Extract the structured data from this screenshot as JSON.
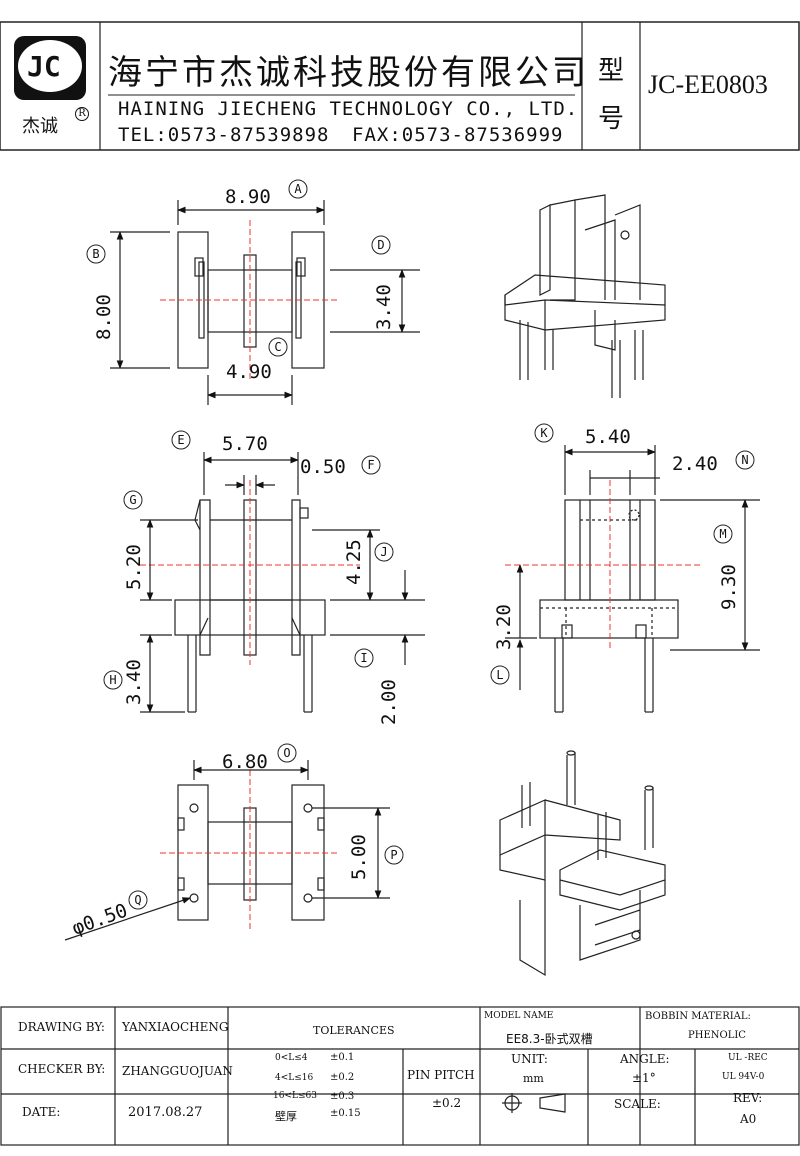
{
  "header": {
    "logo_text": "JC",
    "logo_sub": "杰诚",
    "logo_reg": "R",
    "company_cn": "海宁市杰诚科技股份有限公司",
    "company_en": "HAINING JIECHENG TECHNOLOGY CO., LTD.",
    "tel": "TEL:0573-87539898",
    "fax": "FAX:0573-87536999",
    "type_label_1": "型",
    "type_label_2": "号",
    "model": "JC-EE0803"
  },
  "drawing": {
    "dims": {
      "A": "8.90",
      "B": "8.00",
      "C": "4.90",
      "D": "3.40",
      "E": "5.70",
      "F": "0.50",
      "G": "5.20",
      "H": "3.40",
      "I": "2.00",
      "J": "4.25",
      "K": "5.40",
      "N": "2.40",
      "M": "9.30",
      "L": "3.20",
      "O": "6.80",
      "P": "5.00",
      "Q": "φ0.50"
    },
    "letters": [
      "A",
      "B",
      "C",
      "D",
      "E",
      "F",
      "G",
      "H",
      "I",
      "J",
      "K",
      "L",
      "M",
      "N",
      "O",
      "P",
      "Q"
    ]
  },
  "titleblock": {
    "drawing_by_label": "DRAWING  BY:",
    "drawing_by": "YANXIAOCHENG",
    "checker_by_label": "CHECKER  BY:",
    "checker_by": "ZHANGGUOJUAN",
    "date_label": "DATE:",
    "date": "2017.08.27",
    "tolerances_label": "TOLERANCES",
    "tol_rows": [
      {
        "range": "0<L≤4",
        "val": "±0.1"
      },
      {
        "range": "4<L≤16",
        "val": "±0.2"
      },
      {
        "range": "16<L≤63",
        "val": "±0.3"
      },
      {
        "range": "壁厚",
        "val": "±0.15"
      }
    ],
    "pin_pitch_label": "PIN PITCH",
    "pin_pitch": "±0.2",
    "model_name_label": "MODEL NAME",
    "model_name": "EE8.3-卧式双槽",
    "bobbin_material_label": "BOBBIN MATERIAL:",
    "bobbin_material": "PHENOLIC",
    "unit_label": "UNIT:",
    "unit": "mm",
    "angle_label": "ANGLE:",
    "angle": "±1°",
    "ul_1": "UL -REC",
    "ul_2": "UL  94V-0",
    "scale_label": "SCALE:",
    "rev_label": "REV:",
    "rev": "A0"
  }
}
